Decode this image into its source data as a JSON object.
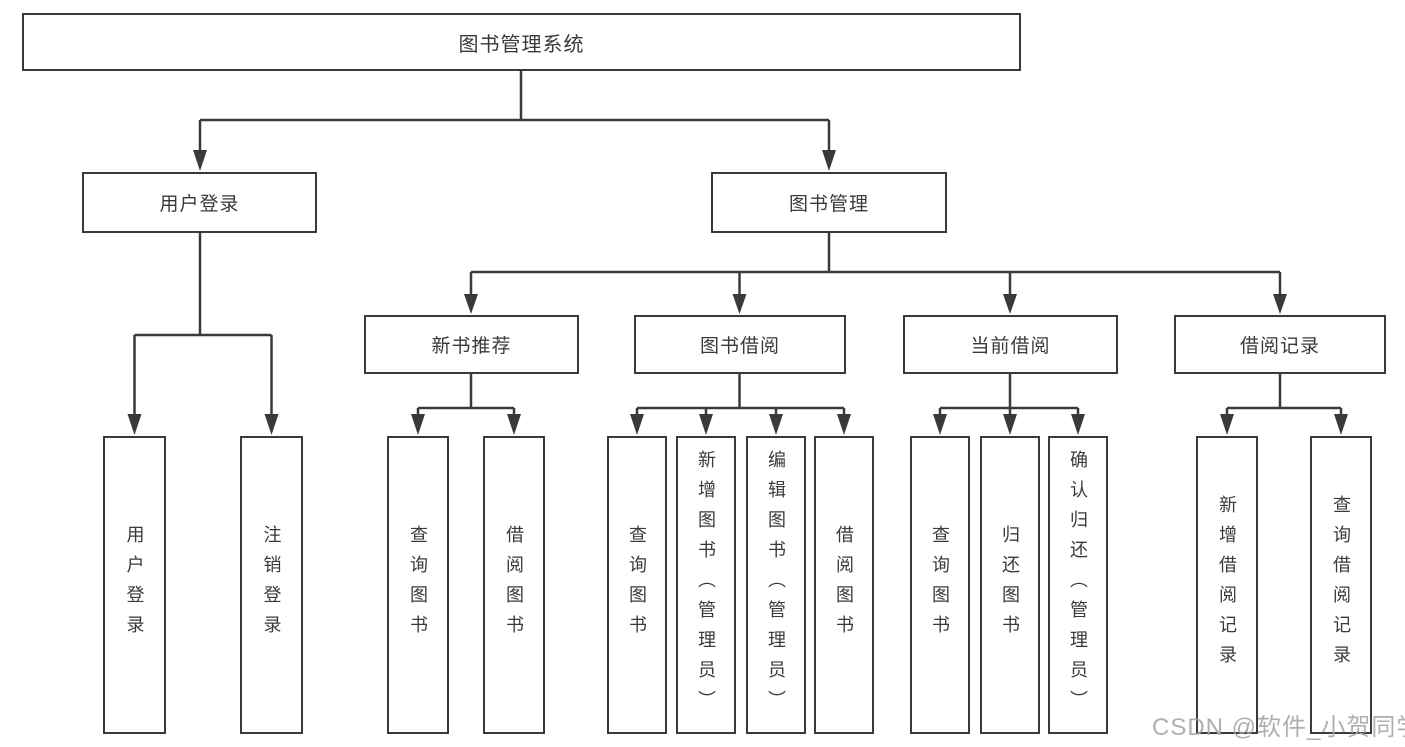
{
  "diagram_title": "图书管理系统",
  "nodes": {
    "root": "图书管理系统",
    "user_login": "用户登录",
    "book_mgmt": "图书管理",
    "new_book_rec": "新书推荐",
    "book_borrow": "图书借阅",
    "current_borrow": "当前借阅",
    "borrow_records": "借阅记录",
    "ul_user_login": "用户登录",
    "ul_logout": "注销登录",
    "nbr_query_books": "查询图书",
    "nbr_borrow_books": "借阅图书",
    "bb_query_books": "查询图书",
    "bb_add_books": "新增图书（管理员）",
    "bb_edit_books": "编辑图书（管理员）",
    "bb_borrow_books": "借阅图书",
    "cb_query_books": "查询图书",
    "cb_return_books": "归还图书",
    "cb_confirm_return": "确认归还（管理员）",
    "br_add_record": "新增借阅记录",
    "br_query_record": "查询借阅记录"
  },
  "hierarchy": {
    "图书管理系统": {
      "用户登录": [
        "用户登录",
        "注销登录"
      ],
      "图书管理": {
        "新书推荐": [
          "查询图书",
          "借阅图书"
        ],
        "图书借阅": [
          "查询图书",
          "新增图书（管理员）",
          "编辑图书（管理员）",
          "借阅图书"
        ],
        "当前借阅": [
          "查询图书",
          "归还图书",
          "确认归还（管理员）"
        ],
        "借阅记录": [
          "新增借阅记录",
          "查询借阅记录"
        ]
      }
    }
  },
  "watermark": "CSDN @软件_小贺同学",
  "colors": {
    "line": "#3a3a3a",
    "border": "#3a3a3a",
    "text": "#3a3a3a",
    "watermark": "#a8a8a8",
    "background": "#ffffff"
  }
}
